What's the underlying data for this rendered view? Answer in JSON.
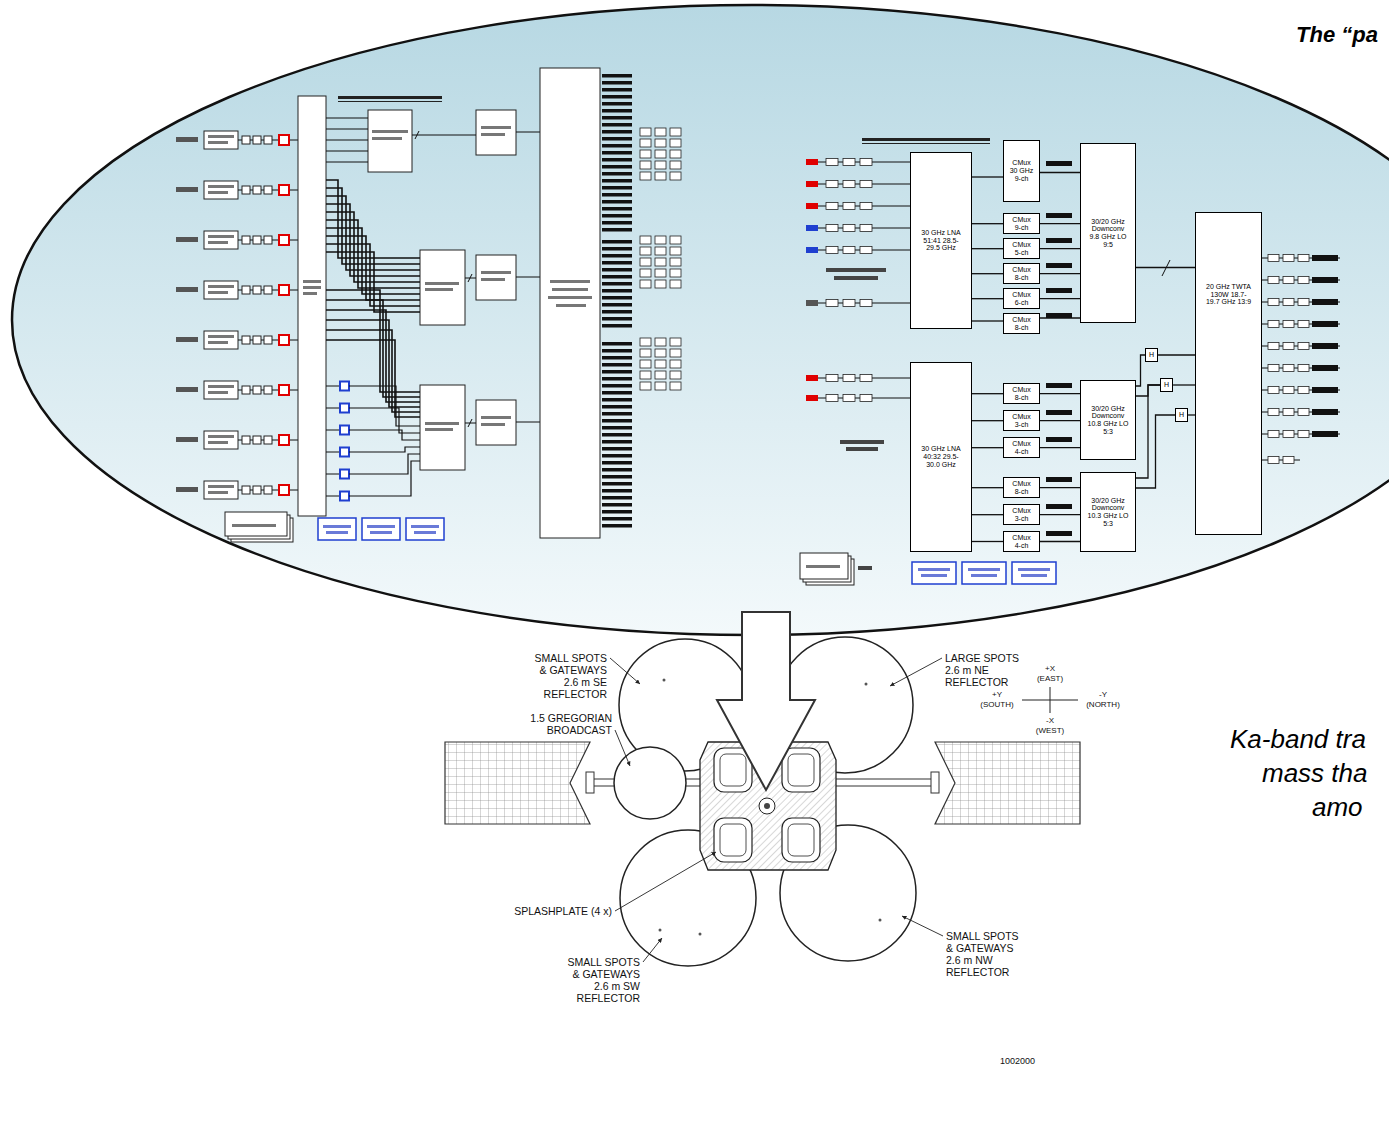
{
  "diagram": {
    "title": "The “pa",
    "nodes": [
      {
        "text": [
          "30 GHz LNA 51:41 28.5-29.5 GHz"
        ]
      },
      {
        "text": [
          "CMux 30 GHz 9-ch"
        ]
      },
      {
        "text": [
          "CMux 9-ch"
        ]
      },
      {
        "text": [
          "CMux 5-ch"
        ]
      },
      {
        "text": [
          "CMux 8-ch"
        ]
      },
      {
        "text": [
          "CMux 6-ch"
        ]
      },
      {
        "text": [
          "CMux 8-ch"
        ]
      },
      {
        "text": [
          "30/20 GHz Downconv 9.8 GHz LO 9:5"
        ]
      },
      {
        "text": [
          "20 GHz TWTA 130W 18.7-19.7 GHz 13:9"
        ]
      },
      {
        "text": [
          "30 GHz LNA 40:32 29.5-30.0 GHz"
        ]
      },
      {
        "text": [
          "CMux 8-ch"
        ]
      },
      {
        "text": [
          "CMux 3-ch"
        ]
      },
      {
        "text": [
          "CMux 4-ch"
        ]
      },
      {
        "text": [
          "30/20 GHz Downconv 10.8 GHz LO 5:3"
        ]
      },
      {
        "text": [
          "CMux 8-ch"
        ]
      },
      {
        "text": [
          "CMux 3-ch"
        ]
      },
      {
        "text": [
          "CMux 4-ch"
        ]
      },
      {
        "text": [
          "30/20 GHz Downconv 10.3 GHz LO 5:3"
        ]
      },
      {
        "text": [
          "H"
        ]
      },
      {
        "text": [
          "H"
        ]
      },
      {
        "text": [
          "H"
        ]
      }
    ],
    "edges": [
      {
        "from": 0,
        "to": 1,
        "arrow": "none"
      },
      {
        "from": 0,
        "to": 2,
        "arrow": "none"
      },
      {
        "from": 0,
        "to": 3,
        "arrow": "none"
      },
      {
        "from": 0,
        "to": 4,
        "arrow": "none"
      },
      {
        "from": 0,
        "to": 5,
        "arrow": "none"
      },
      {
        "from": 0,
        "to": 6,
        "arrow": "none"
      },
      {
        "from": 1,
        "to": 7,
        "arrow": "none"
      },
      {
        "from": 2,
        "to": 7,
        "arrow": "none"
      },
      {
        "from": 3,
        "to": 7,
        "arrow": "none"
      },
      {
        "from": 4,
        "to": 7,
        "arrow": "none"
      },
      {
        "from": 5,
        "to": 7,
        "arrow": "none"
      },
      {
        "from": 6,
        "to": 7,
        "arrow": "none"
      },
      {
        "from": 7,
        "to": 8,
        "arrow": "none"
      },
      {
        "from": 9,
        "to": 10,
        "arrow": "none"
      },
      {
        "from": 9,
        "to": 11,
        "arrow": "none"
      },
      {
        "from": 9,
        "to": 12,
        "arrow": "none"
      },
      {
        "from": 9,
        "to": 14,
        "arrow": "none"
      },
      {
        "from": 9,
        "to": 15,
        "arrow": "none"
      },
      {
        "from": 9,
        "to": 16,
        "arrow": "none"
      },
      {
        "from": 10,
        "to": 13,
        "arrow": "none"
      },
      {
        "from": 11,
        "to": 13,
        "arrow": "none"
      },
      {
        "from": 12,
        "to": 13,
        "arrow": "none"
      },
      {
        "from": 14,
        "to": 17,
        "arrow": "none"
      },
      {
        "from": 15,
        "to": 17,
        "arrow": "none"
      },
      {
        "from": 16,
        "to": 17,
        "arrow": "none"
      },
      {
        "from": 13,
        "to": 18,
        "arrow": "none"
      },
      {
        "from": 13,
        "to": 19,
        "arrow": "none"
      },
      {
        "from": 17,
        "to": 19,
        "arrow": "none"
      },
      {
        "from": 17,
        "to": 20,
        "arrow": "none"
      },
      {
        "from": 18,
        "to": 8,
        "arrow": "none"
      },
      {
        "from": 19,
        "to": 8,
        "arrow": "none"
      },
      {
        "from": 20,
        "to": 8,
        "arrow": "none"
      }
    ],
    "labels": [
      "SMALL SPOTS & GATEWAYS 2.6 m SE REFLECTOR",
      "LARGE SPOTS 2.6 m NE REFLECTOR",
      "+X (EAST)",
      "+Y (SOUTH)",
      "-Y (NORTH)",
      "-X (WEST)",
      "1.5 GREGORIAN BROADCAST",
      "SPLASHPLATE (4 x)",
      "SMALL SPOTS & GATEWAYS 2.6 m SW REFLECTOR",
      "SMALL SPOTS & GATEWAYS 2.6 m NW REFLECTOR",
      "1002000",
      "Ka-band tra",
      "mass tha",
      "amo"
    ]
  }
}
